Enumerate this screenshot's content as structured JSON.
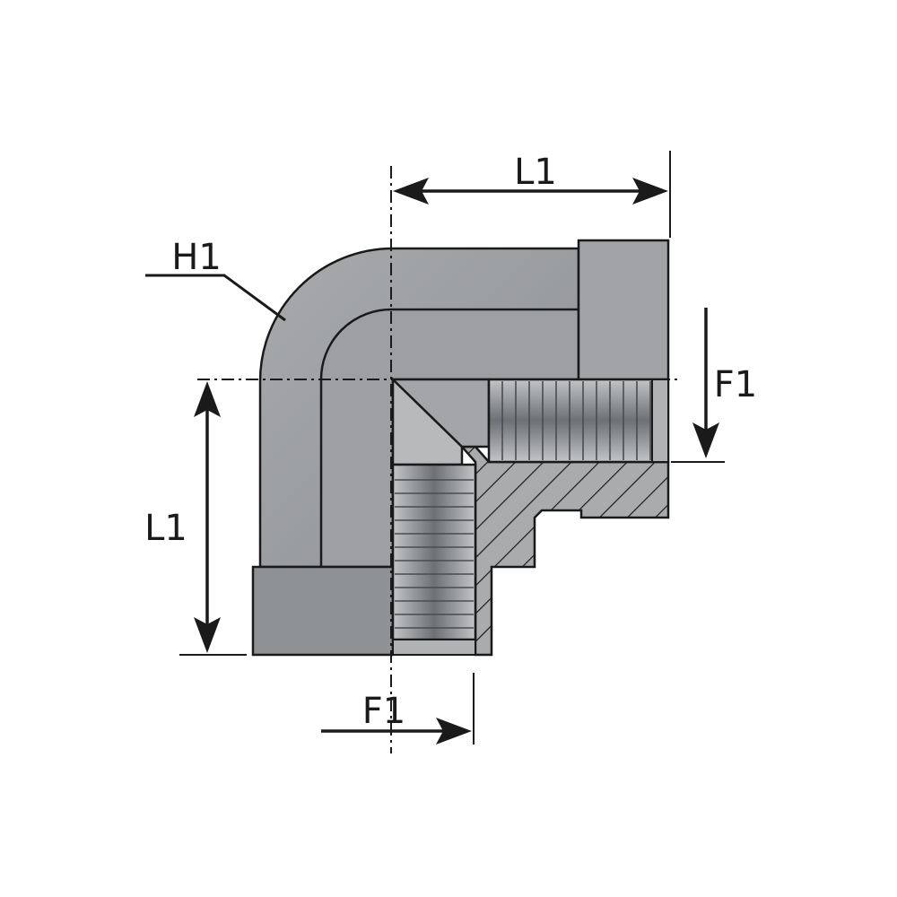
{
  "labels": {
    "l1_top": "L1",
    "l1_left": "L1",
    "f1_right": "F1",
    "f1_bottom": "F1",
    "h1": "H1"
  },
  "colors": {
    "body_light": "#a4a6a9",
    "body_mid": "#8c8f92",
    "body_dark": "#6f7276",
    "thread_base": "#8e9194",
    "section_hatch": "#1a1a1a",
    "outline": "#1a1a1a",
    "background": "#ffffff"
  }
}
